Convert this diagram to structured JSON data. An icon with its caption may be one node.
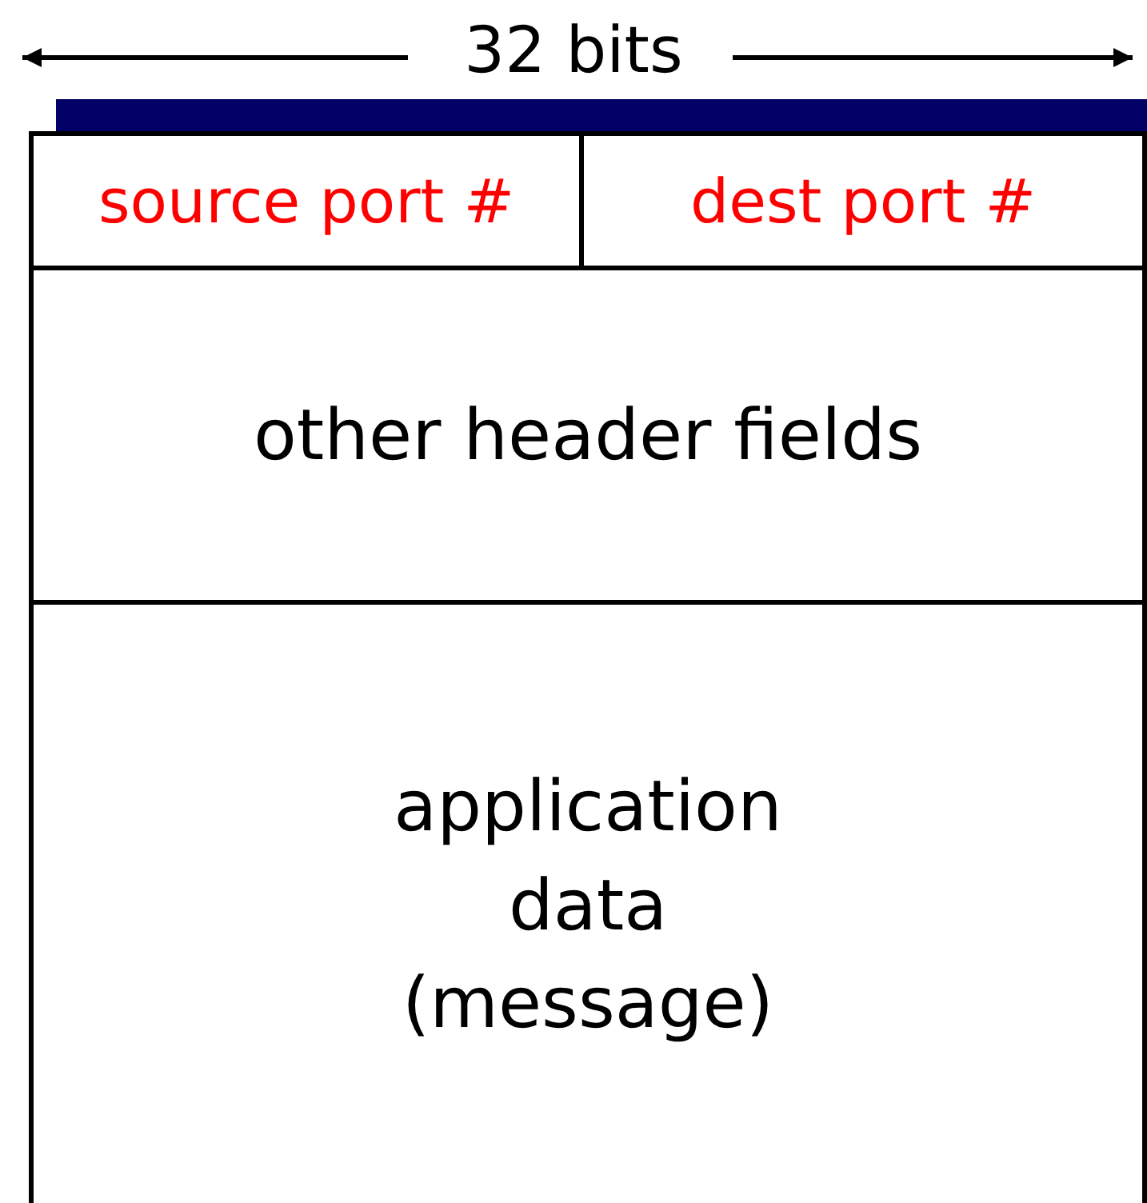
{
  "diagram": {
    "nodes": [
      {
        "text": [
          "source port #"
        ]
      },
      {
        "text": [
          "dest port #"
        ]
      },
      {
        "text": [
          "other header fields"
        ]
      },
      {
        "text": [
          "application data (message)"
        ]
      }
    ],
    "labels": [
      "32 bits"
    ]
  }
}
